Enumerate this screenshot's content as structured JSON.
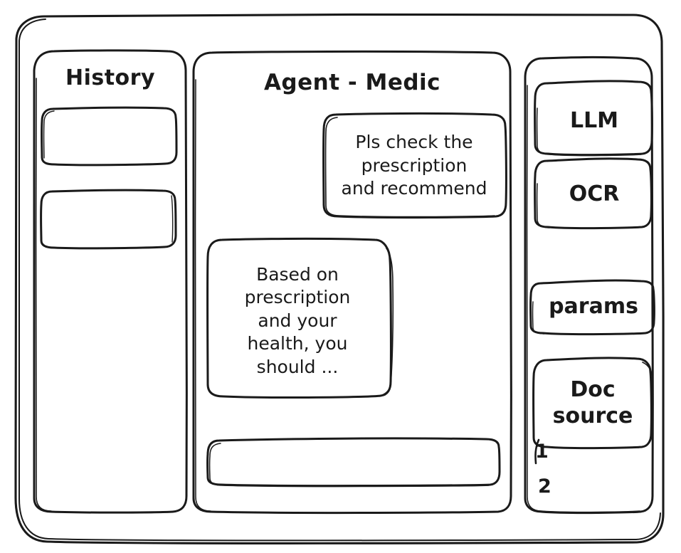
{
  "app": {
    "type": "wireframe-sketch",
    "ink_color": "#1a1a1a",
    "background_color": "#ffffff"
  },
  "history_panel": {
    "title": "History",
    "items": [
      {
        "label": ""
      },
      {
        "label": ""
      }
    ]
  },
  "main_panel": {
    "title": "Agent - Medic",
    "messages": [
      {
        "role": "user",
        "text": "Pls check the\nprescription\nand recommend"
      },
      {
        "role": "assistant",
        "text": "Based on\nprescription\nand your\nhealth, you\nshould ..."
      }
    ],
    "composer": {
      "value": "",
      "placeholder": ""
    }
  },
  "tools_panel": {
    "buttons": [
      {
        "label": "LLM"
      },
      {
        "label": "OCR"
      },
      {
        "label": "params"
      },
      {
        "label": "Doc\nsource"
      }
    ],
    "doc_sources": [
      {
        "label": "1"
      },
      {
        "label": "2"
      }
    ]
  }
}
